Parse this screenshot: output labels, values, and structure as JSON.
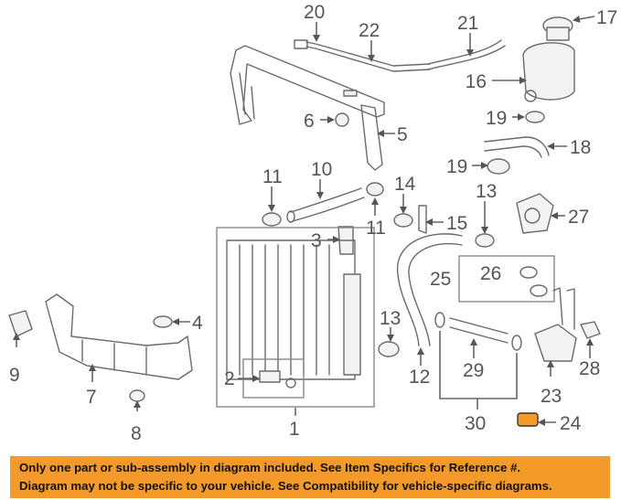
{
  "callouts": {
    "c1": "1",
    "c2": "2",
    "c3": "3",
    "c4": "4",
    "c5": "5",
    "c6": "6",
    "c7": "7",
    "c8": "8",
    "c9": "9",
    "c10": "10",
    "c11a": "11",
    "c11b": "11",
    "c12": "12",
    "c13a": "13",
    "c13b": "13",
    "c14": "14",
    "c15": "15",
    "c16": "16",
    "c17": "17",
    "c18": "18",
    "c19a": "19",
    "c19b": "19",
    "c20": "20",
    "c21": "21",
    "c22": "22",
    "c23": "23",
    "c24": "24",
    "c25": "25",
    "c26": "26",
    "c27": "27",
    "c28": "28",
    "c29": "29",
    "c30": "30"
  },
  "highlight_color": "#f39a2b",
  "footer": {
    "line1": "Only one part or sub-assembly in diagram included. See Item Specifics for Reference #.",
    "line2": "Diagram may not be specific to your vehicle. See Compatibility for vehicle-specific diagrams."
  }
}
